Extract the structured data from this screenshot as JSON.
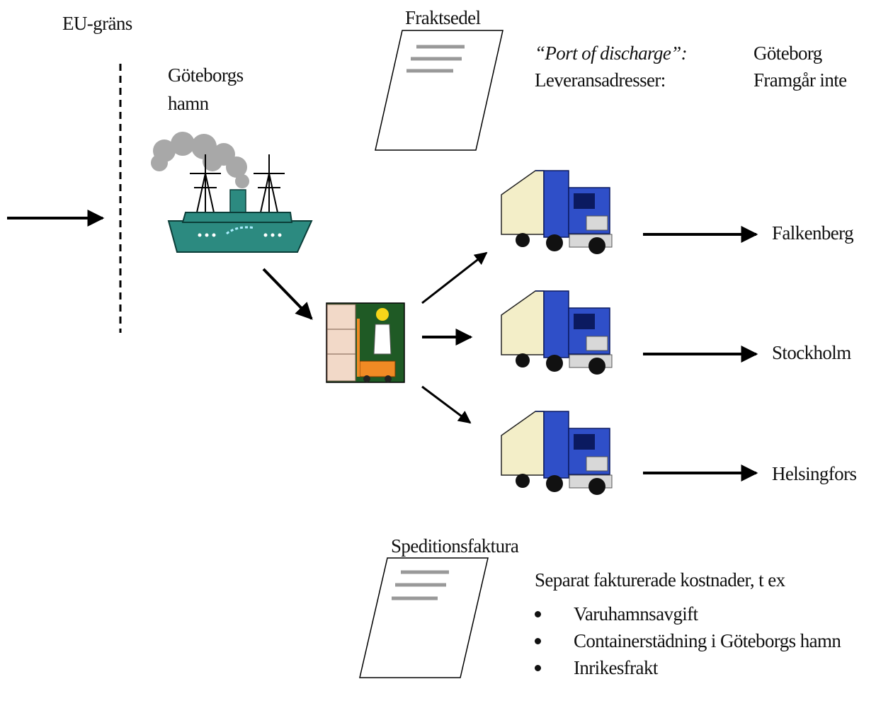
{
  "labels": {
    "eu_border": "EU-gräns",
    "port": "Göteborgs hamn",
    "freight_doc": "Fraktsedel",
    "port_of_discharge_label": "“Port of discharge”:",
    "port_of_discharge_value": "Göteborg",
    "delivery_label": "Leveransadresser:",
    "delivery_value": "Framgår inte",
    "forwarding_invoice": "Speditionsfaktura",
    "separate_costs": "Separat fakturerade kostnader, t ex"
  },
  "destinations": [
    "Falkenberg",
    "Stockholm",
    "Helsingfors"
  ],
  "cost_items": [
    "Varuhamnsavgift",
    "Containerstädning i Göteborgs hamn",
    "Inrikesfrakt"
  ],
  "icons": [
    "ship-icon",
    "forklift-icon",
    "truck-icon",
    "document-icon"
  ],
  "colors": {
    "ship": "#2c8a80",
    "truck_cab": "#2f4fc8",
    "trailer": "#f3eec8",
    "smoke": "#a8a8a8",
    "forklift_bg": "#1f5a25"
  }
}
